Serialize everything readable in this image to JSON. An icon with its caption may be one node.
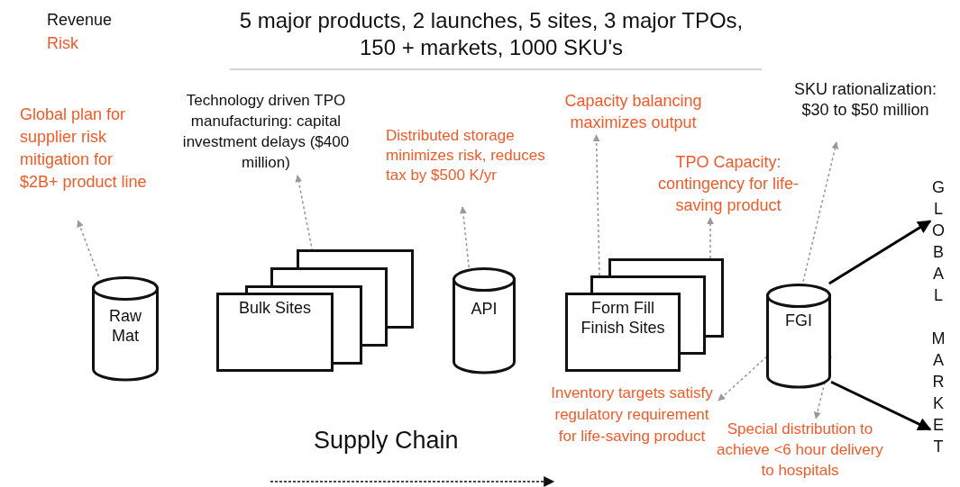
{
  "diagram": {
    "title": "5 major products, 2 launches, 5 sites, 3 major TPOs, 150 + markets, 1000 SKU's",
    "nodes": [
      {
        "text": [
          "Raw Mat"
        ]
      },
      {
        "text": [
          "Bulk Sites"
        ]
      },
      {
        "text": [
          "API"
        ]
      },
      {
        "text": [
          "Form Fill Finish Sites"
        ]
      },
      {
        "text": [
          "FGI"
        ]
      },
      {
        "text": [
          "GLOBAL MARKET"
        ]
      },
      {
        "text": [
          "Global plan for supplier risk mitigation for $2B+ product line"
        ]
      },
      {
        "text": [
          "Technology driven TPO manufacturing: capital investment delays ($400 million)"
        ]
      },
      {
        "text": [
          "Distributed storage minimizes risk, reduces tax by $500 K/yr"
        ]
      },
      {
        "text": [
          "Capacity balancing maximizes output"
        ]
      },
      {
        "text": [
          "TPO Capacity: contingency for life-saving product"
        ]
      },
      {
        "text": [
          "SKU rationalization: $30 to $50 million"
        ]
      },
      {
        "text": [
          "Inventory targets satisfy regulatory requirement for life-saving product"
        ]
      },
      {
        "text": [
          "Special distribution to achieve <6 hour delivery to hospitals"
        ]
      }
    ],
    "edges": [
      {
        "from": 0,
        "to": 6,
        "arrow": "to",
        "style": "dashed"
      },
      {
        "from": 1,
        "to": 7,
        "arrow": "to",
        "style": "dashed"
      },
      {
        "from": 2,
        "to": 8,
        "arrow": "to",
        "style": "dashed"
      },
      {
        "from": 3,
        "to": 9,
        "arrow": "to",
        "style": "dashed"
      },
      {
        "from": 3,
        "to": 10,
        "arrow": "to",
        "style": "dashed"
      },
      {
        "from": 4,
        "to": 11,
        "arrow": "to",
        "style": "dashed"
      },
      {
        "from": 4,
        "to": 12,
        "arrow": "to",
        "style": "dashed"
      },
      {
        "from": 4,
        "to": 13,
        "arrow": "to",
        "style": "dashed"
      },
      {
        "from": 4,
        "to": 5,
        "arrow": "to",
        "color": "#000000"
      },
      {
        "from": 4,
        "to": 5,
        "arrow": "to",
        "color": "#000000"
      }
    ],
    "labels": [
      "Revenue",
      "Risk",
      "Supply Chain"
    ]
  }
}
